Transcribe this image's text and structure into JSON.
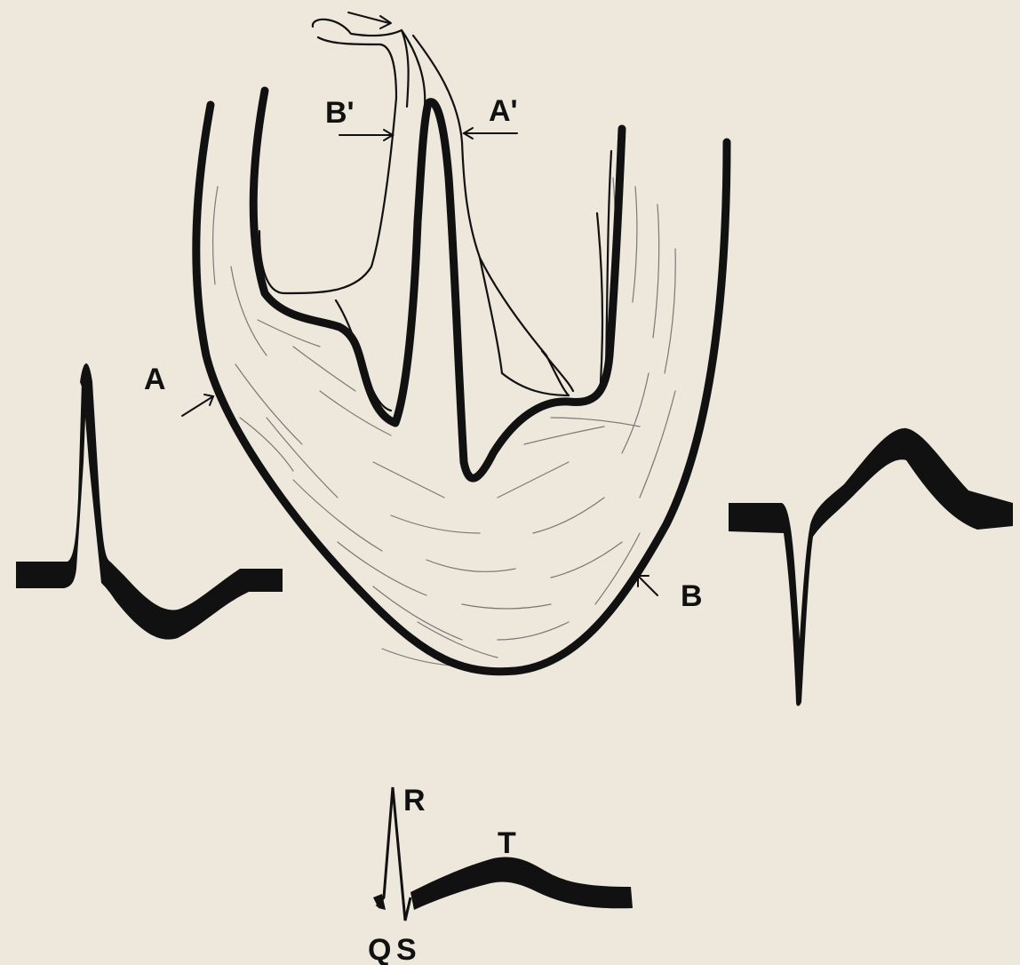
{
  "labels": {
    "a": "A",
    "b": "B",
    "a_prime": "A'",
    "b_prime": "B'",
    "q": "Q",
    "r": "R",
    "s": "S",
    "t": "T"
  },
  "colors": {
    "paper": "#ede7dc",
    "ink": "#111111"
  }
}
